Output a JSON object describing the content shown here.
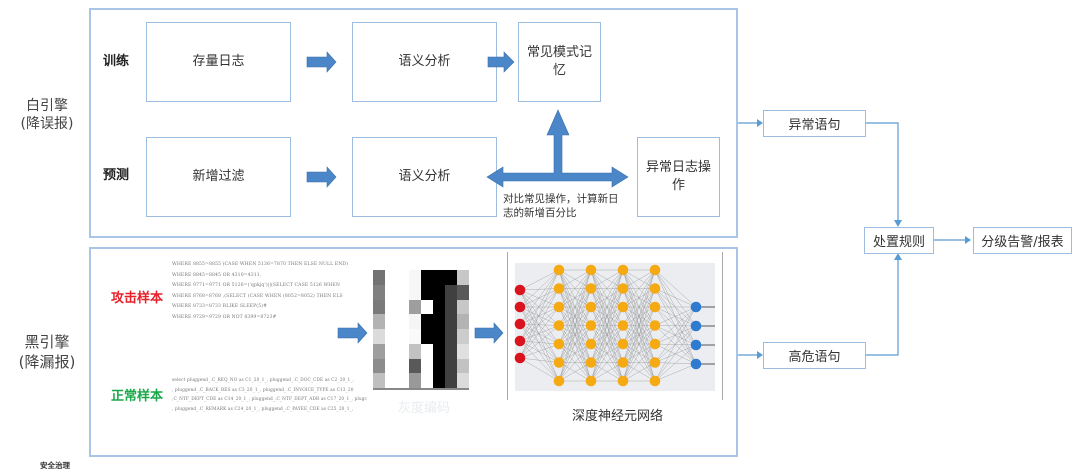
{
  "colors": {
    "panel_border": "#a9c6e6",
    "box_border": "#9dbde0",
    "block_arrow": "#4a86c8",
    "connector": "#5b9bd5",
    "attack_label": "#e8202a",
    "normal_label": "#1aa84a",
    "nn_input": "#d9141e",
    "nn_hidden": "#f5a912",
    "nn_output": "#2e7bcf"
  },
  "white_engine": {
    "label_line1": "白引擎",
    "label_line2": "(降误报)",
    "train_row": {
      "label": "训练",
      "steps": [
        "存量日志",
        "语义分析"
      ],
      "memory_box_line1": "常见模式记",
      "memory_box_line2": "忆"
    },
    "predict_row": {
      "label": "预测",
      "steps": [
        "新增过滤",
        "语义分析"
      ],
      "anomaly_box_line1": "异常日志操",
      "anomaly_box_line2": "作",
      "compare_caption_line1": "对比常见操作，计算新日",
      "compare_caption_line2": "志的新增百分比"
    }
  },
  "black_engine": {
    "label_line1": "黑引擎",
    "label_line2": "(降漏报)",
    "attack_sample": {
      "label": "攻击样本",
      "lines": [
        "WHERE 8855=8855 (CASE WHEN 5136=7870 THEN  ELSE NULL END)",
        "WHERE 8845=8845 OR 4310=4311,",
        "WHERE 9771=9771 OR 5126=('qpkjq')||(SELECT CASE 5126 WHEN",
        "WHERE 8768=8768 ,(SELECT (CASE WHEN (8052=8052) THEN  ELS",
        "WHERE 8733=8733 RLIKE SLEEP(5)#",
        "WHERE 9729=9729 OR NOT 8399=8723#"
      ]
    },
    "normal_sample": {
      "label": "正常样本",
      "lines": [
        "select pluggend_.C_REQ_NO as C1_20_1_, pluggend_.C_DOC_CDE as C2_20_1_,",
        ", pluggend_.C_BACK_RES as C3_20_1_, pluggend_.C_INVOICE_TYPE as C13_20",
        ",C_NTF_DEPT_CDE as C14_20_1_, pluggend_.C_NTF_DEPT_ADR as C17_20_1_, plugc",
        ", pluggend_.C_REMARK as C24_20_1_, pluggend_.C_PAYEE_CDE as C25_20_1_,"
      ]
    },
    "matrix_label": "灰度编码",
    "matrix_gray_values": [
      [
        0.45,
        1.0,
        1.0,
        0.97,
        0.0,
        0.0,
        0.0,
        0.78
      ],
      [
        0.5,
        1.0,
        1.0,
        0.97,
        0.0,
        0.0,
        0.25,
        0.35
      ],
      [
        0.48,
        1.0,
        1.0,
        0.62,
        1.0,
        0.0,
        0.25,
        0.78
      ],
      [
        0.7,
        1.0,
        1.0,
        0.96,
        0.0,
        0.0,
        0.25,
        0.7
      ],
      [
        0.86,
        1.0,
        1.0,
        0.98,
        0.0,
        0.0,
        0.25,
        0.8
      ],
      [
        0.62,
        1.0,
        1.0,
        0.76,
        1.0,
        0.0,
        0.25,
        0.88
      ],
      [
        0.55,
        1.0,
        1.0,
        0.35,
        1.0,
        0.0,
        0.25,
        0.76
      ],
      [
        0.75,
        1.0,
        1.0,
        0.6,
        1.0,
        0.0,
        0.25,
        0.86
      ]
    ],
    "network": {
      "caption": "深度神经元网络",
      "input_nodes": 5,
      "hidden_layers": [
        7,
        7,
        7,
        7
      ],
      "output_nodes": 4
    }
  },
  "flow": {
    "anomaly_statement": "异常语句",
    "high_risk_statement": "高危语句",
    "disposal_rules": "处置规则",
    "alert_report": "分级告警/报表"
  },
  "footer": {
    "label": "安全治理"
  }
}
